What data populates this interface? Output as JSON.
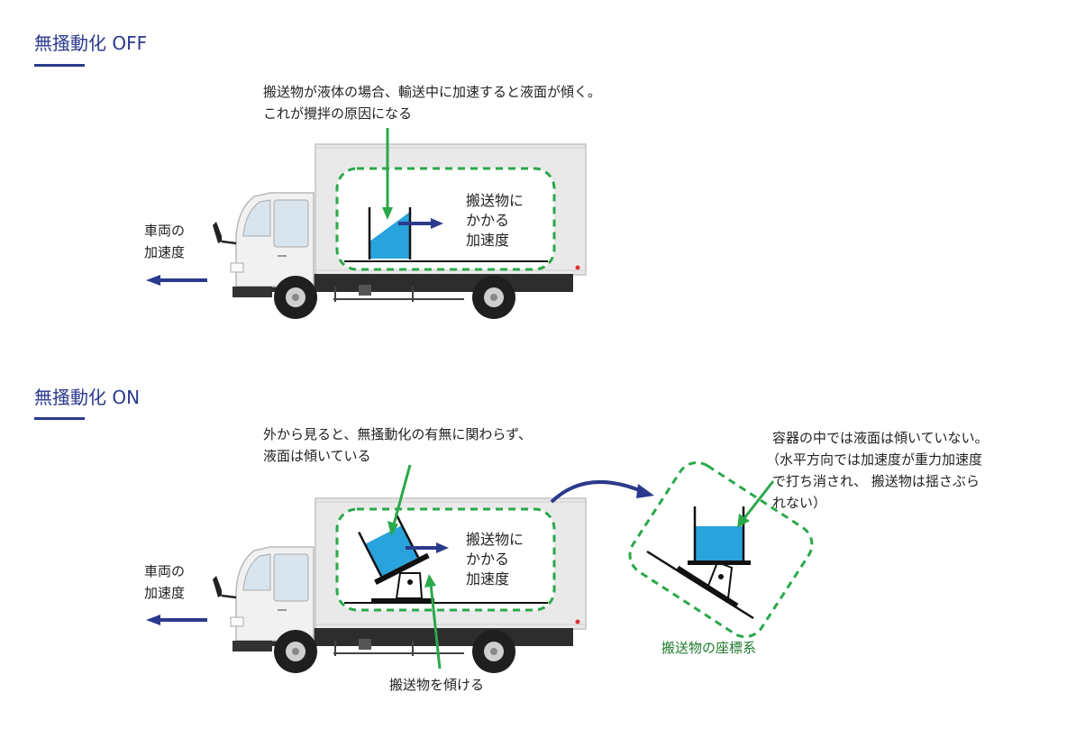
{
  "sections": {
    "off": {
      "title": "無搔動化 OFF",
      "annotation_line1": "搬送物が液体の場合、輸送中に加速すると液面が傾く。",
      "annotation_line2": "これが攪拌の原因になる",
      "cargo_label_line1": "搬送物に",
      "cargo_label_line2": "かかる",
      "cargo_label_line3": "加速度",
      "vehicle_label_line1": "車両の",
      "vehicle_label_line2": "加速度"
    },
    "on": {
      "title": "無搔動化 ON",
      "annotation_line1": "外から見ると、無搔動化の有無に関わらず、",
      "annotation_line2": "液面は傾いている",
      "cargo_label_line1": "搬送物に",
      "cargo_label_line2": "かかる",
      "cargo_label_line3": "加速度",
      "vehicle_label_line1": "車両の",
      "vehicle_label_line2": "加速度",
      "tilt_label": "搬送物を傾ける",
      "container_note_line1": "容器の中では液面は傾いていない。",
      "container_note_line2": "（水平方向では加速度が重力加速度",
      "container_note_line3": "で打ち消され、 搬送物は揺さぶら",
      "container_note_line4": "れない）",
      "frame_label": "搬送物の座標系"
    }
  },
  "colors": {
    "title_blue": "#2b3a8c",
    "arrow_navy": "#2b3a8c",
    "guide_green": "#2aa84a",
    "liquid_blue": "#29a3dc",
    "frame_green_text": "#1f7a2e"
  }
}
